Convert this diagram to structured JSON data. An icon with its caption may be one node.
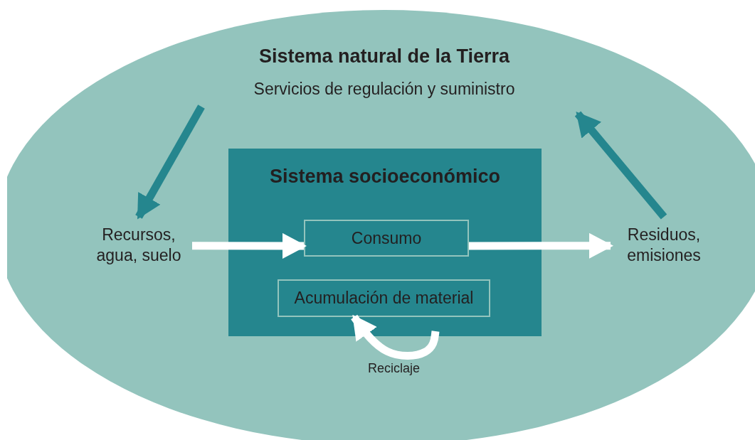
{
  "diagram": {
    "nodes": [
      {
        "text": [
          "Sistema natural de la Tierra",
          "Servicios de regulación y suministro"
        ]
      },
      {
        "text": [
          "Recursos, agua, suelo"
        ],
        "in": 0
      },
      {
        "text": [
          "Sistema socioeconómico"
        ],
        "in": 0
      },
      {
        "text": [
          "Consumo"
        ],
        "in": 2
      },
      {
        "text": [
          "Acumulación de material"
        ],
        "in": 2
      },
      {
        "text": [
          "Residuos, emisiones"
        ],
        "in": 0
      }
    ],
    "edges": [
      {
        "from": null,
        "to": 1,
        "arrow": "to",
        "color": "#25868e"
      },
      {
        "from": 1,
        "to": 3,
        "arrow": "to",
        "color": "#ffffff"
      },
      {
        "from": 3,
        "to": 5,
        "arrow": "to",
        "color": "#ffffff"
      },
      {
        "from": 5,
        "to": null,
        "arrow": "to",
        "color": "#25868e"
      },
      {
        "from": null,
        "to": 4,
        "arrow": "to",
        "label": "Reciclaje",
        "color": "#ffffff"
      }
    ]
  }
}
